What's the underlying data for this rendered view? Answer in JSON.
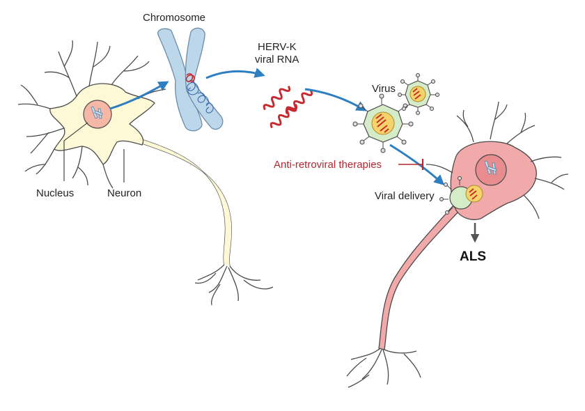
{
  "labels": {
    "chromosome": "Chromosome",
    "herv_line1": "HERV-K",
    "herv_line2": "viral RNA",
    "virus": "Virus",
    "nucleus": "Nucleus",
    "neuron": "Neuron",
    "therapies": "Anti-retroviral therapies",
    "delivery": "Viral delivery",
    "als": "ALS"
  },
  "colors": {
    "healthy_neuron_fill": "#fdf8d6",
    "diseased_neuron_fill": "#f2a9aa",
    "nucleus_healthy": "#f6b7a6",
    "nucleus_diseased": "#e98c8f",
    "chromosome": "#bcd6ea",
    "rna": "#c62a2f",
    "arrow": "#2d7fc2",
    "virus_fill": "#d5ecc8",
    "inhibition": "#b3262f",
    "outline": "#4a4a4a"
  }
}
